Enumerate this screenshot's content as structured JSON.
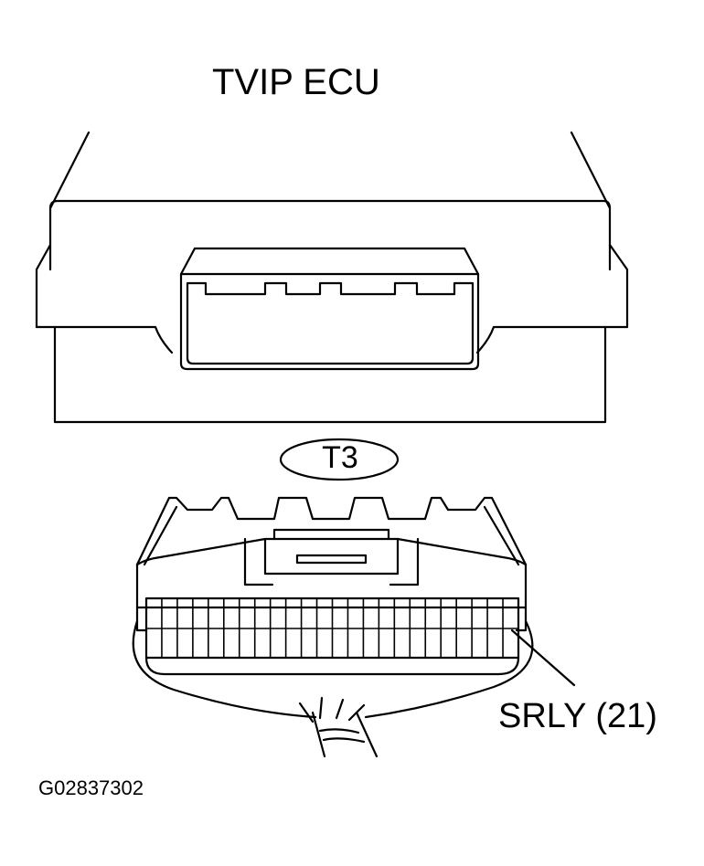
{
  "diagram": {
    "ecu_title": "TVIP ECU",
    "connector_id": "T3",
    "pin_label": "SRLY (21)",
    "figure_code": "G02837302"
  },
  "colors": {
    "ink": "#000000",
    "paper": "#ffffff"
  }
}
